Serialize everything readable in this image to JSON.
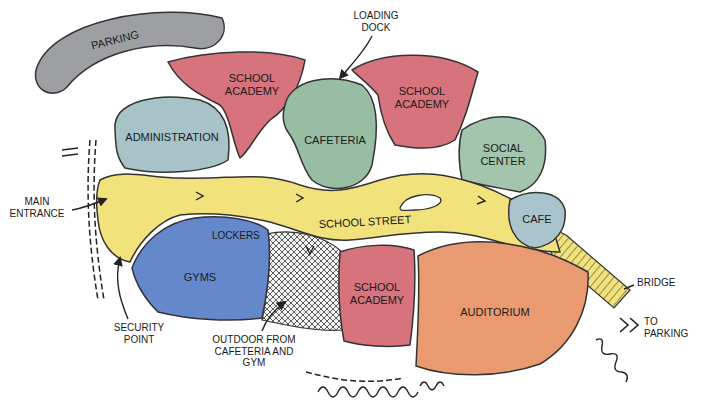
{
  "diagram": {
    "nodes": [
      {
        "text": [
          "PARKING"
        ]
      },
      {
        "text": [
          "SCHOOL ACADEMY"
        ]
      },
      {
        "text": [
          "CAFETERIA"
        ]
      },
      {
        "text": [
          "SCHOOL ACADEMY"
        ]
      },
      {
        "text": [
          "ADMINISTRATION"
        ]
      },
      {
        "text": [
          "SOCIAL CENTER"
        ]
      },
      {
        "text": [
          "SCHOOL STREET"
        ]
      },
      {
        "text": [
          "CAFE"
        ]
      },
      {
        "text": [
          "GYMS"
        ]
      },
      {
        "text": [
          "SCHOOL ACADEMY"
        ]
      },
      {
        "text": [
          "AUDITORIUM"
        ]
      }
    ],
    "labels": [
      "LOADING DOCK",
      "MAIN ENTRANCE",
      "LOCKERS",
      "SECURITY POINT",
      "OUTDOOR FROM CAFETERIA AND GYM",
      "BRIDGE",
      "TO PARKING"
    ]
  }
}
